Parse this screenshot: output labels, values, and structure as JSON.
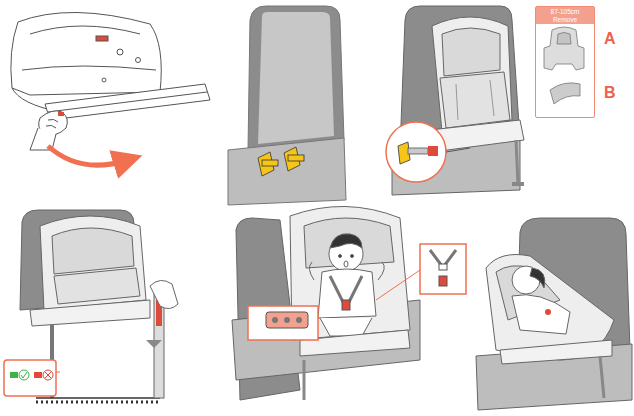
{
  "diagram": {
    "nodes": [
      {
        "text": [
          "87-105cm Remove"
        ]
      }
    ],
    "labels": [
      "A",
      "B"
    ]
  }
}
